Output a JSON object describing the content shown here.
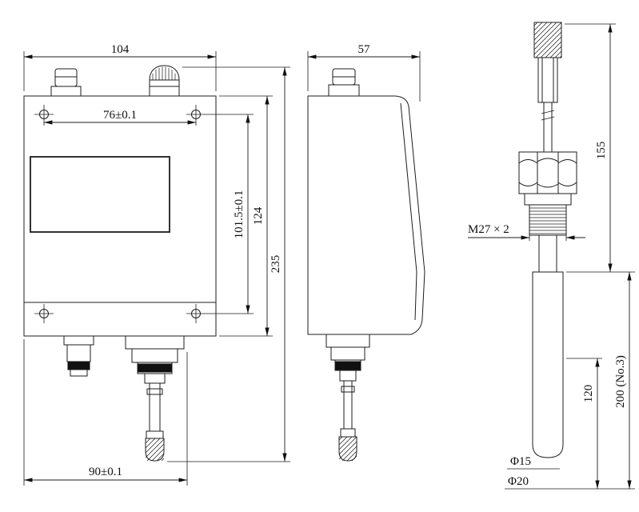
{
  "drawing": {
    "front": {
      "dim_width": "104",
      "dim_hole_h": "76±0.1",
      "dim_hole_v": "101.5±0.1",
      "dim_case_height": "124",
      "dim_total_height": "235",
      "dim_bottom": "90±0.1"
    },
    "side": {
      "dim_depth": "57"
    },
    "probe": {
      "thread_label": "M27 × 2",
      "dim_upper": "155",
      "dim_insert_short": "120",
      "dim_insert_long": "200 (No.3)",
      "dia_small": "Φ15",
      "dia_large": "Φ20"
    }
  }
}
